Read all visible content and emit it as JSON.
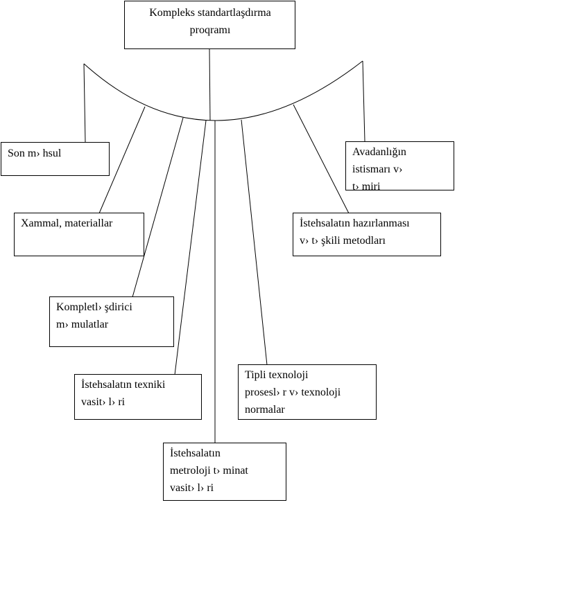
{
  "diagram": {
    "root": {
      "label": "Kompleks standartlaşdırma\nproqramı"
    },
    "nodes": [
      {
        "id": "son-mehsul",
        "label": "Son m› hsul"
      },
      {
        "id": "xammal",
        "label": "Xammal, materiallar"
      },
      {
        "id": "kompletlesdirici",
        "label": "Kompletl› şdirici\nm› mulatlar"
      },
      {
        "id": "texniki-vasiteler",
        "label": "İstehsalatın texniki\nvasit› l› ri"
      },
      {
        "id": "metroloji",
        "label": "İstehsalatın\nmetroloji t› minat\nvasit› l› ri"
      },
      {
        "id": "tipli-texnoloji",
        "label": "Tipli texnoloji\nprosesl› r v›  texnoloji\nnormalar"
      },
      {
        "id": "hazirlanma",
        "label": "İstehsalatın hazırlanması\nv›  t› şkili metodları"
      },
      {
        "id": "avadanliq",
        "label": "Avadanlığın\nistismarı v›\nt› miri"
      }
    ]
  }
}
